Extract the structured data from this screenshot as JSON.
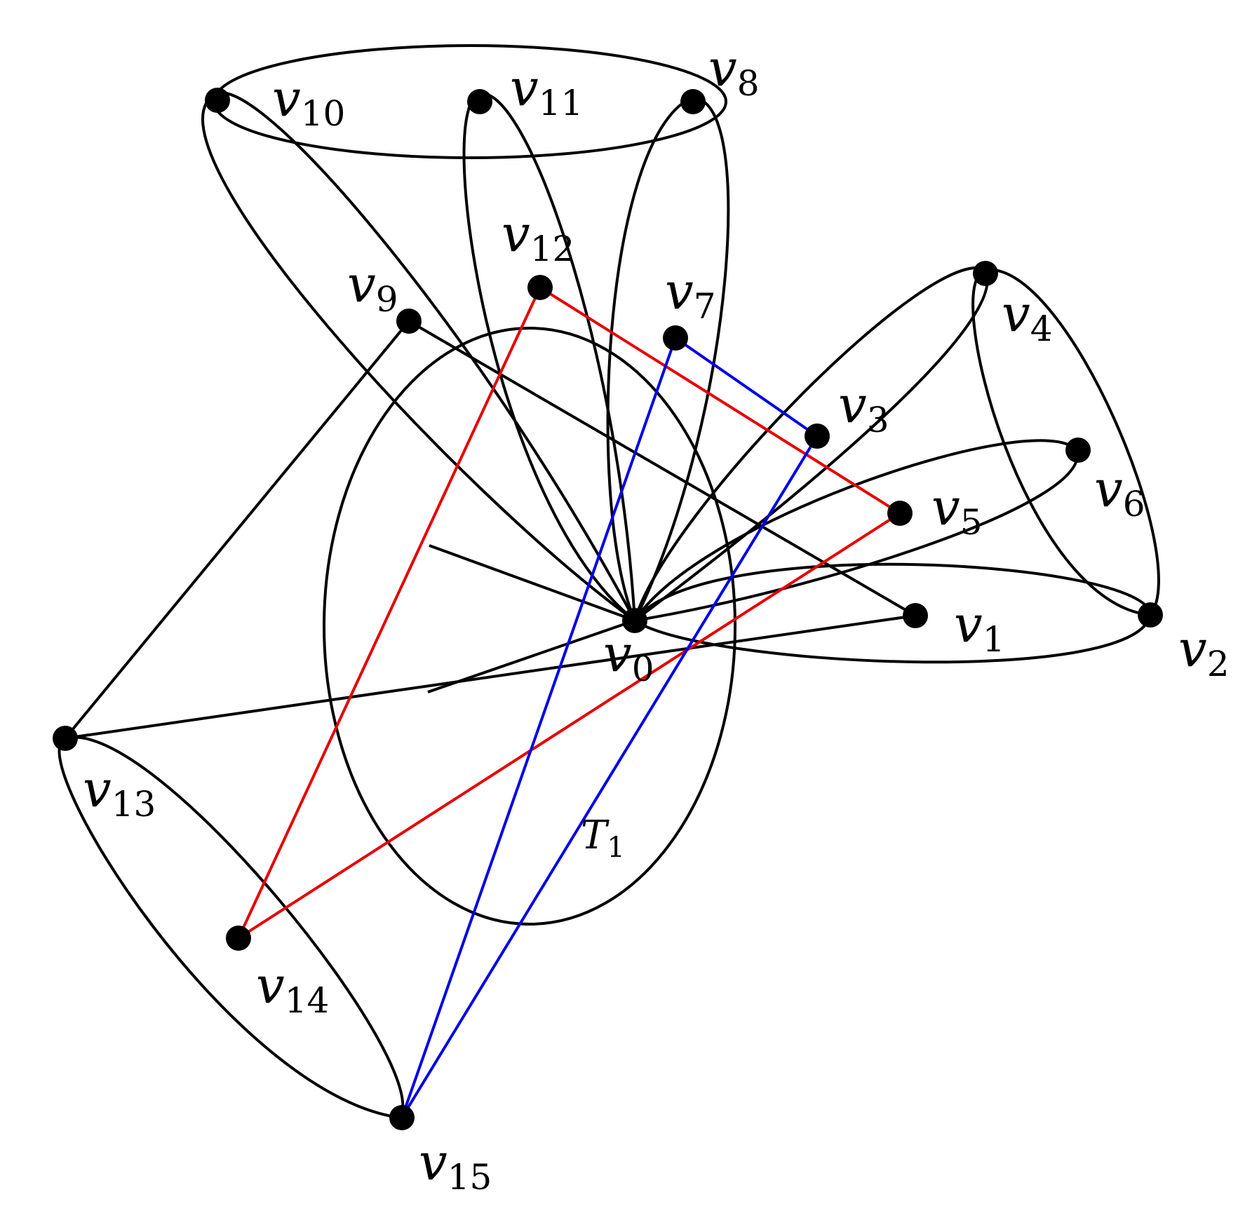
{
  "colors": {
    "black": "#000000",
    "red": "#e60000",
    "blue": "#0000e6"
  },
  "vertices": [
    {
      "id": "v0",
      "letter": "v",
      "sub": "0"
    },
    {
      "id": "v1",
      "letter": "v",
      "sub": "1"
    },
    {
      "id": "v2",
      "letter": "v",
      "sub": "2"
    },
    {
      "id": "v3",
      "letter": "v",
      "sub": "3"
    },
    {
      "id": "v4",
      "letter": "v",
      "sub": "4"
    },
    {
      "id": "v5",
      "letter": "v",
      "sub": "5"
    },
    {
      "id": "v6",
      "letter": "v",
      "sub": "6"
    },
    {
      "id": "v7",
      "letter": "v",
      "sub": "7"
    },
    {
      "id": "v8",
      "letter": "v",
      "sub": "8"
    },
    {
      "id": "v9",
      "letter": "v",
      "sub": "9"
    },
    {
      "id": "v10",
      "letter": "v",
      "sub": "10"
    },
    {
      "id": "v11",
      "letter": "v",
      "sub": "11"
    },
    {
      "id": "v12",
      "letter": "v",
      "sub": "12"
    },
    {
      "id": "v13",
      "letter": "v",
      "sub": "13"
    },
    {
      "id": "v14",
      "letter": "v",
      "sub": "14"
    },
    {
      "id": "v15",
      "letter": "v",
      "sub": "15"
    }
  ],
  "edges": [
    {
      "from": "v9",
      "to": "v1",
      "color": "black"
    },
    {
      "from": "v9",
      "to": "v13",
      "color": "black"
    },
    {
      "from": "v13",
      "to": "v1",
      "color": "black"
    },
    {
      "from": "v12",
      "to": "v5",
      "color": "red"
    },
    {
      "from": "v12",
      "to": "v14",
      "color": "red"
    },
    {
      "from": "v5",
      "to": "v14",
      "color": "red"
    },
    {
      "from": "v7",
      "to": "v3",
      "color": "blue"
    },
    {
      "from": "v7",
      "to": "v15",
      "color": "blue"
    },
    {
      "from": "v3",
      "to": "v15",
      "color": "blue"
    }
  ],
  "region_label": {
    "letter": "T",
    "sub": "1"
  }
}
